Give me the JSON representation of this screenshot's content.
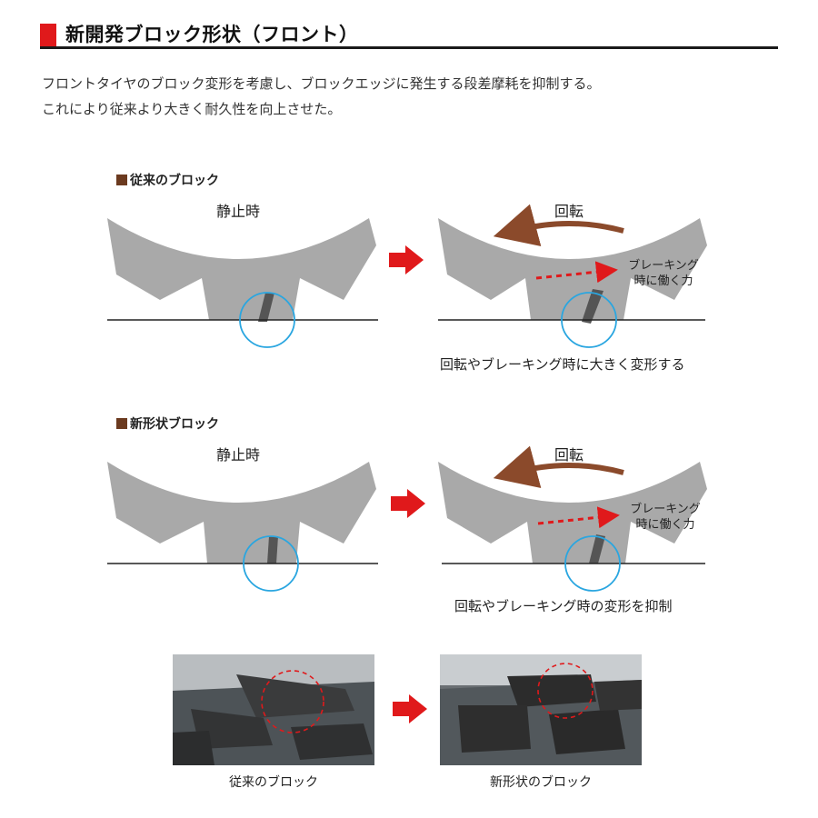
{
  "header": {
    "title": "新開発ブロック形状（フロント）"
  },
  "description": {
    "line1": "フロントタイヤのブロック変形を考慮し、ブロックエッジに発生する段差摩耗を抑制する。",
    "line2": "これにより従来より大きく耐久性を向上させた。"
  },
  "sections": [
    {
      "label": "従来のブロック",
      "static_label": "静止時",
      "rotation_label": "回転",
      "force_label_line1": "ブレーキング",
      "force_label_line2": "時に働く力",
      "caption": "回転やブレーキング時に大きく変形する"
    },
    {
      "label": "新形状ブロック",
      "static_label": "静止時",
      "rotation_label": "回転",
      "force_label_line1": "ブレーキング",
      "force_label_line2": "時に働く力",
      "caption": "回転やブレーキング時の変形を抑制"
    }
  ],
  "photos": [
    {
      "caption": "従来のブロック"
    },
    {
      "caption": "新形状のブロック"
    }
  ],
  "colors": {
    "accent_red": "#e0191b",
    "tire_gray": "#a9a9a9",
    "edge_dark": "#555555",
    "circle_blue": "#2aa6e0",
    "arrow_brown": "#8b4a2b",
    "section_square": "#6b3a1f"
  }
}
